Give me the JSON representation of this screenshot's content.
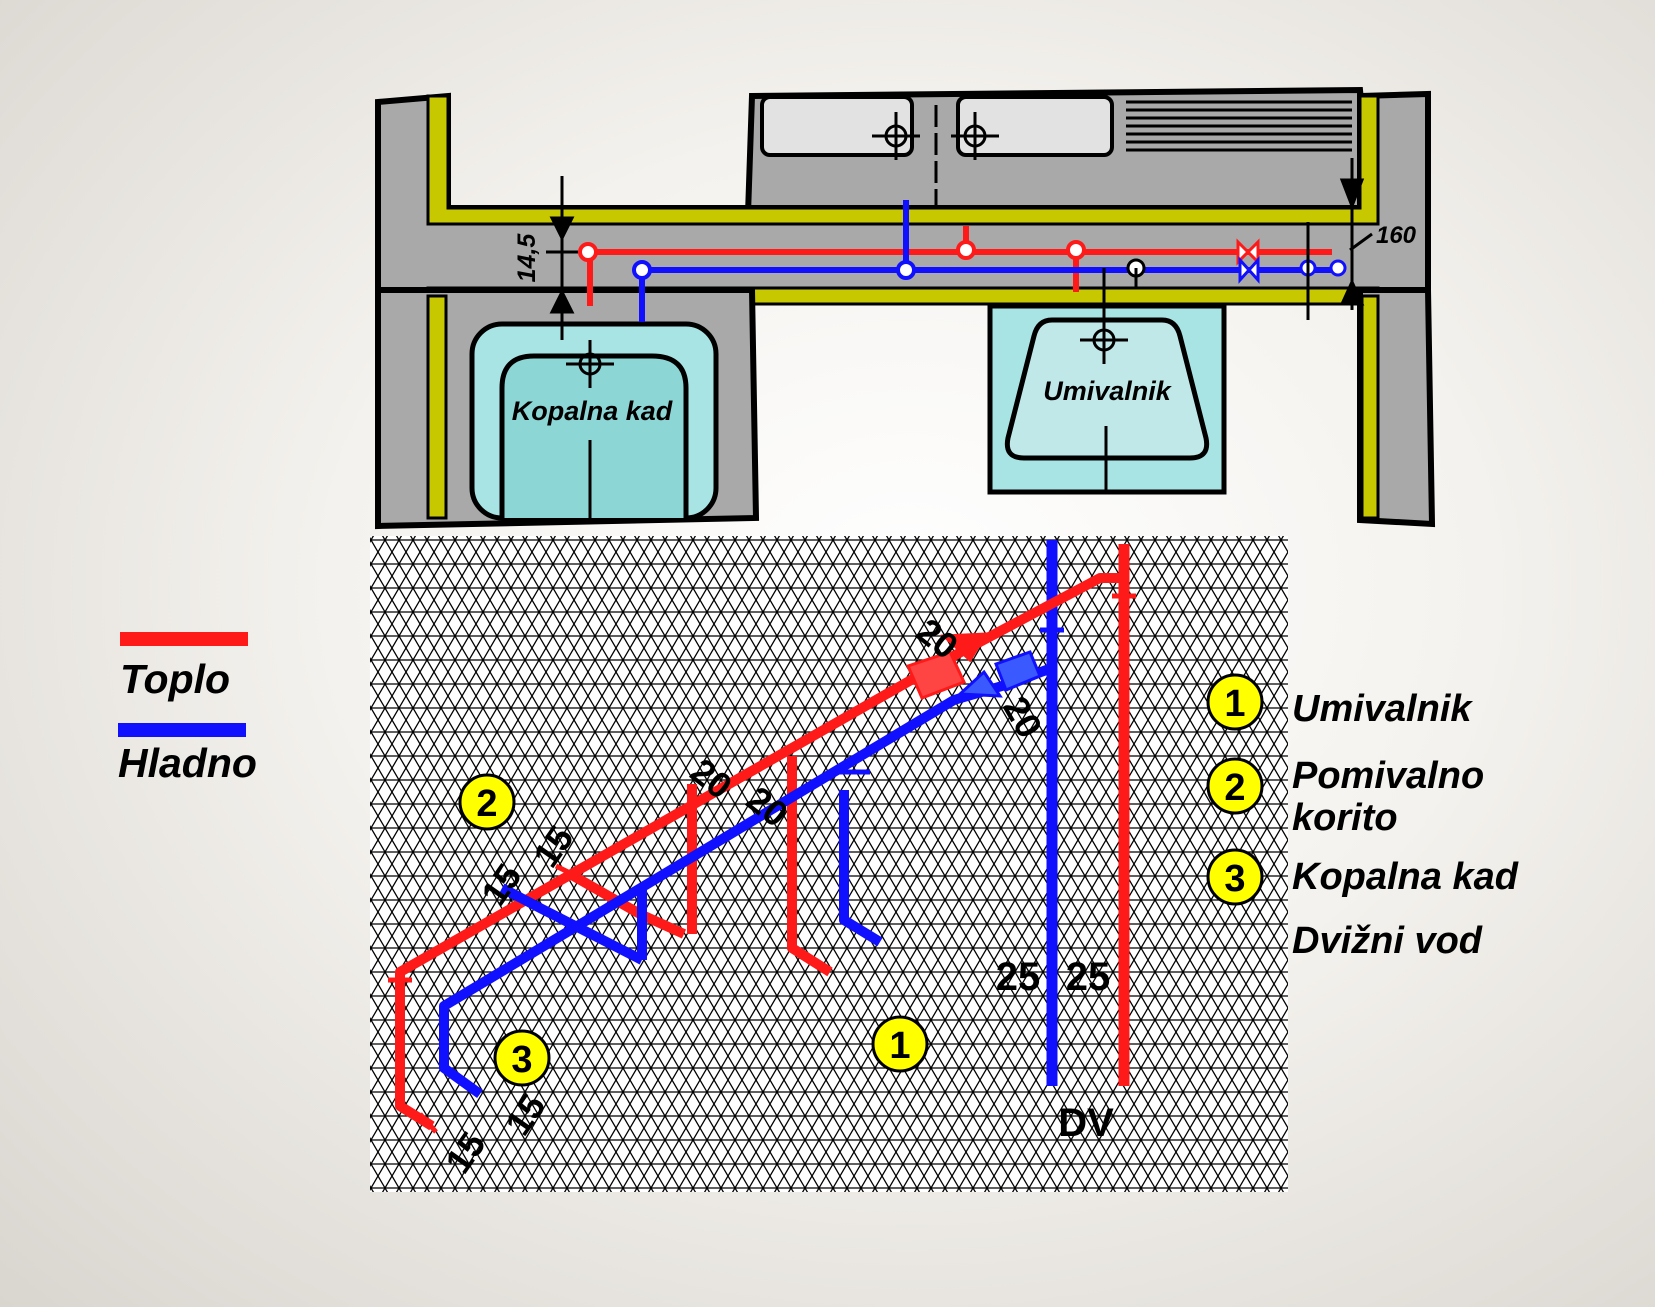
{
  "colors": {
    "hot": "#ff1a1a",
    "cold": "#1010ff",
    "wall": "#a9a9a9",
    "insulation": "#c8c800",
    "fixture_fill": "#a8e4e4",
    "badge": "#ffff00"
  },
  "plan": {
    "dim_left": "14,5",
    "dim_right": "160",
    "bathtub_label": "Kopalna kad",
    "washbasin_label": "Umivalnik"
  },
  "legend": {
    "hot_label": "Toplo",
    "cold_label": "Hladno"
  },
  "key": [
    {
      "num": "1",
      "label": "Umivalnik"
    },
    {
      "num": "2",
      "label": "Pomivalno",
      "label2": "korito"
    },
    {
      "num": "3",
      "label": "Kopalna kad"
    },
    {
      "num": "",
      "label": "Dvižni vod"
    }
  ],
  "iso": {
    "markers": [
      "2",
      "3",
      "1"
    ],
    "riser_label": "DV",
    "dims": [
      "20",
      "20",
      "20",
      "20",
      "15",
      "15",
      "15",
      "15",
      "25",
      "25"
    ]
  }
}
